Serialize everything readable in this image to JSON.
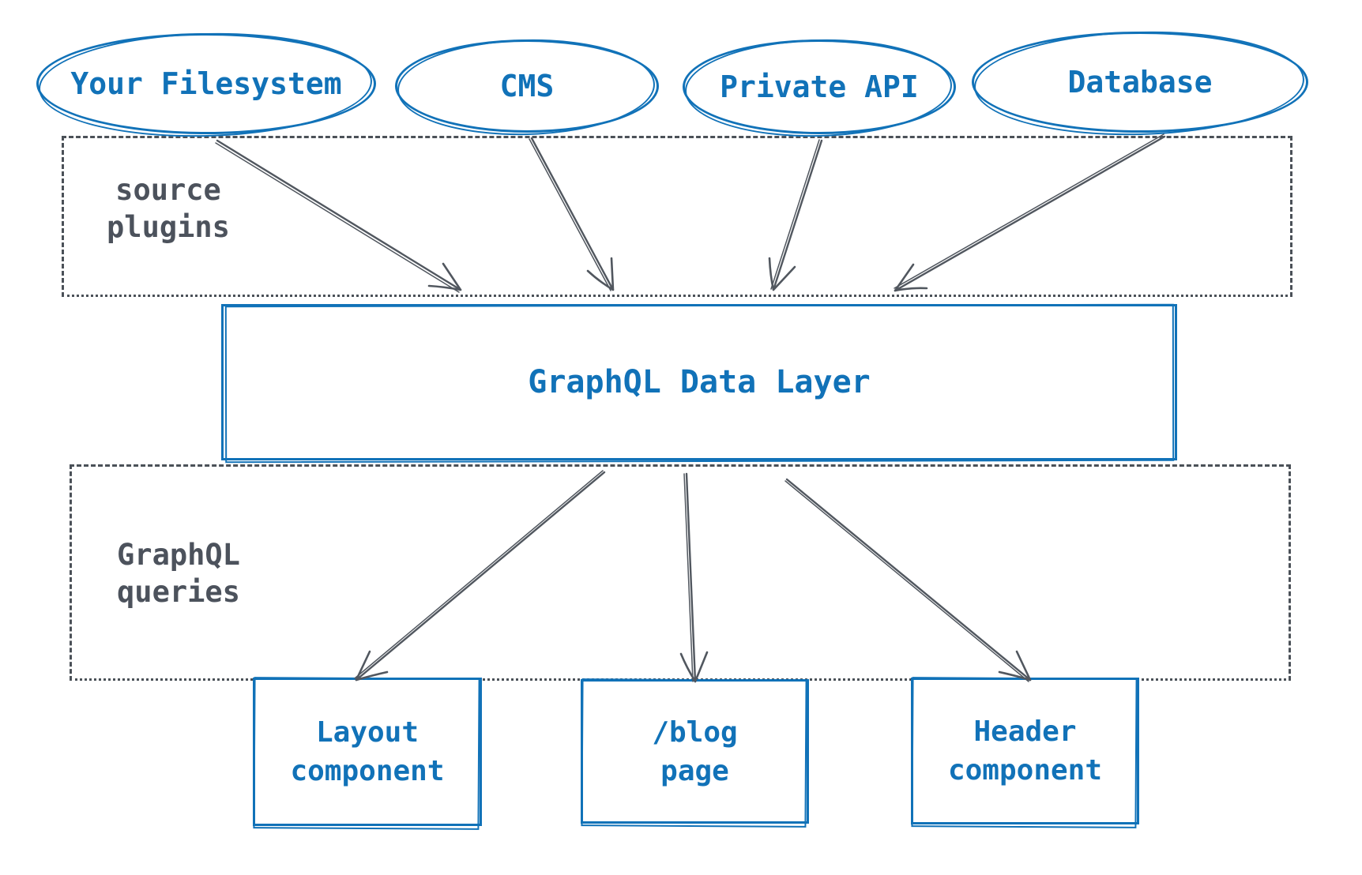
{
  "sources": {
    "items": [
      {
        "label": "Your Filesystem"
      },
      {
        "label": "CMS"
      },
      {
        "label": "Private API"
      },
      {
        "label": "Database"
      }
    ]
  },
  "bands": {
    "source_plugins": {
      "label": "source\nplugins"
    },
    "graphql_queries": {
      "label": "GraphQL\nqueries"
    }
  },
  "data_layer": {
    "label": "GraphQL Data Layer"
  },
  "consumers": {
    "items": [
      {
        "label": "Layout\ncomponent"
      },
      {
        "label": "/blog\npage"
      },
      {
        "label": "Header\ncomponent"
      }
    ]
  },
  "arrows": {
    "into_data_layer": [
      {
        "from": "Your Filesystem",
        "to": "GraphQL Data Layer"
      },
      {
        "from": "CMS",
        "to": "GraphQL Data Layer"
      },
      {
        "from": "Private API",
        "to": "GraphQL Data Layer"
      },
      {
        "from": "Database",
        "to": "GraphQL Data Layer"
      }
    ],
    "out_of_data_layer": [
      {
        "from": "GraphQL Data Layer",
        "to": "Layout component"
      },
      {
        "from": "GraphQL Data Layer",
        "to": "/blog page"
      },
      {
        "from": "GraphQL Data Layer",
        "to": "Header component"
      }
    ]
  },
  "colors": {
    "accent_blue": "#1172b8",
    "label_gray": "#4c525c",
    "arrow_gray": "#51575f",
    "dash_gray": "#4b5158"
  }
}
